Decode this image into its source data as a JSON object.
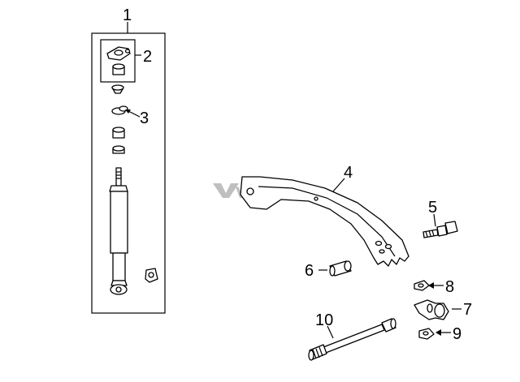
{
  "watermark": {
    "brand": "vparts"
  },
  "callouts": {
    "c1": "1",
    "c2": "2",
    "c3": "3",
    "c4": "4",
    "c5": "5",
    "c6": "6",
    "c7": "7",
    "c8": "8",
    "c9": "9",
    "c10": "10"
  }
}
